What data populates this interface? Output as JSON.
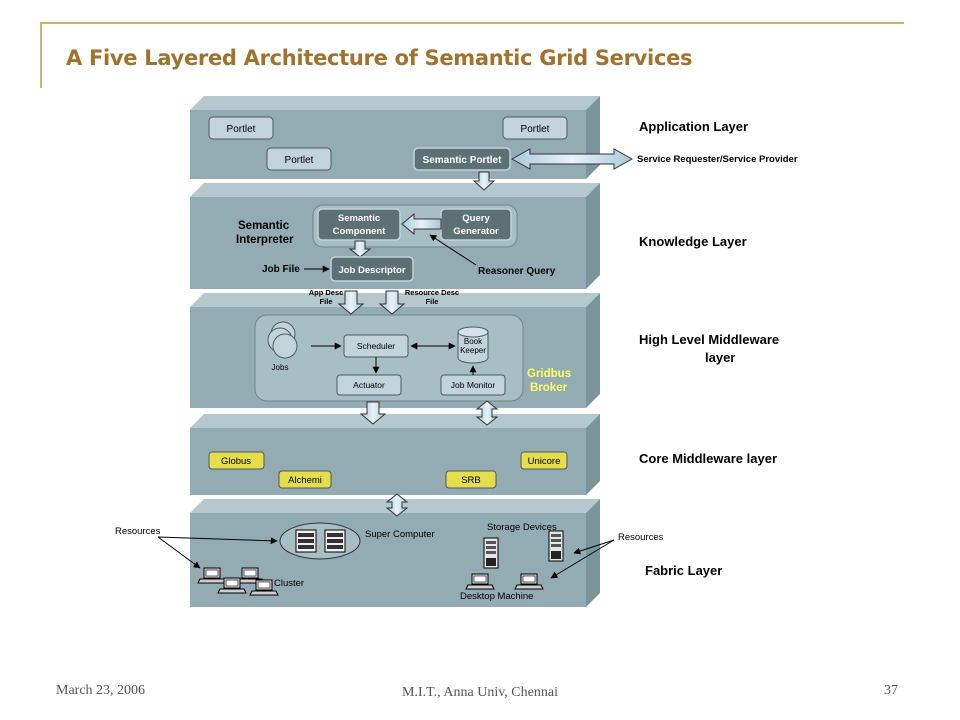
{
  "slide": {
    "title": "A Five Layered Architecture of Semantic Grid Services",
    "footer_date": "March 23, 2006",
    "footer_center": "M.I.T., Anna Univ, Chennai",
    "page_number": "37"
  },
  "diagram": {
    "layers": {
      "application": "Application Layer",
      "knowledge": "Knowledge Layer",
      "high_level_line1": "High Level Middleware",
      "high_level_line2": "layer",
      "core": "Core Middleware layer",
      "fabric": "Fabric Layer"
    },
    "application": {
      "portlet_1": "Portlet",
      "portlet_2": "Portlet",
      "portlet_3": "Portlet",
      "semantic_portlet": "Semantic Portlet",
      "service_requester": "Service Requester/Service Provider"
    },
    "knowledge": {
      "interpreter_line1": "Semantic",
      "interpreter_line2": "Interpreter",
      "semantic_component_line1": "Semantic",
      "semantic_component_line2": "Component",
      "query_generator_line1": "Query",
      "query_generator_line2": "Generator",
      "job_file": "Job File",
      "job_descriptor": "Job Descriptor",
      "reasoner_query": "Reasoner Query",
      "app_desc_line1": "App Desc",
      "app_desc_line2": "File",
      "resource_desc_line1": "Resource Desc",
      "resource_desc_line2": "File"
    },
    "middleware": {
      "jobs": "Jobs",
      "scheduler": "Scheduler",
      "book_keeper_line1": "Book",
      "book_keeper_line2": "Keeper",
      "actuator": "Actuator",
      "job_monitor": "Job Monitor",
      "gridbus_line1": "Gridbus",
      "gridbus_line2": "Broker"
    },
    "core": {
      "globus": "Globus",
      "alchemi": "Alchemi",
      "srb": "SRB",
      "unicore": "Unicore"
    },
    "fabric": {
      "resources_left": "Resources",
      "super_computer": "Super Computer",
      "storage_devices": "Storage Devices",
      "resources_right": "Resources",
      "cluster": "Cluster",
      "desktop_machine": "Desktop Machine"
    },
    "colors": {
      "slab_front": "#93abb2",
      "slab_top": "#b4c8ce",
      "slab_side": "#7a959c",
      "light_box": "#c2d3da",
      "dark_box": "#5d7076",
      "gold_box": "#e4de4c",
      "gridbus_text": "#ffff66",
      "title": "#a0722c"
    }
  }
}
